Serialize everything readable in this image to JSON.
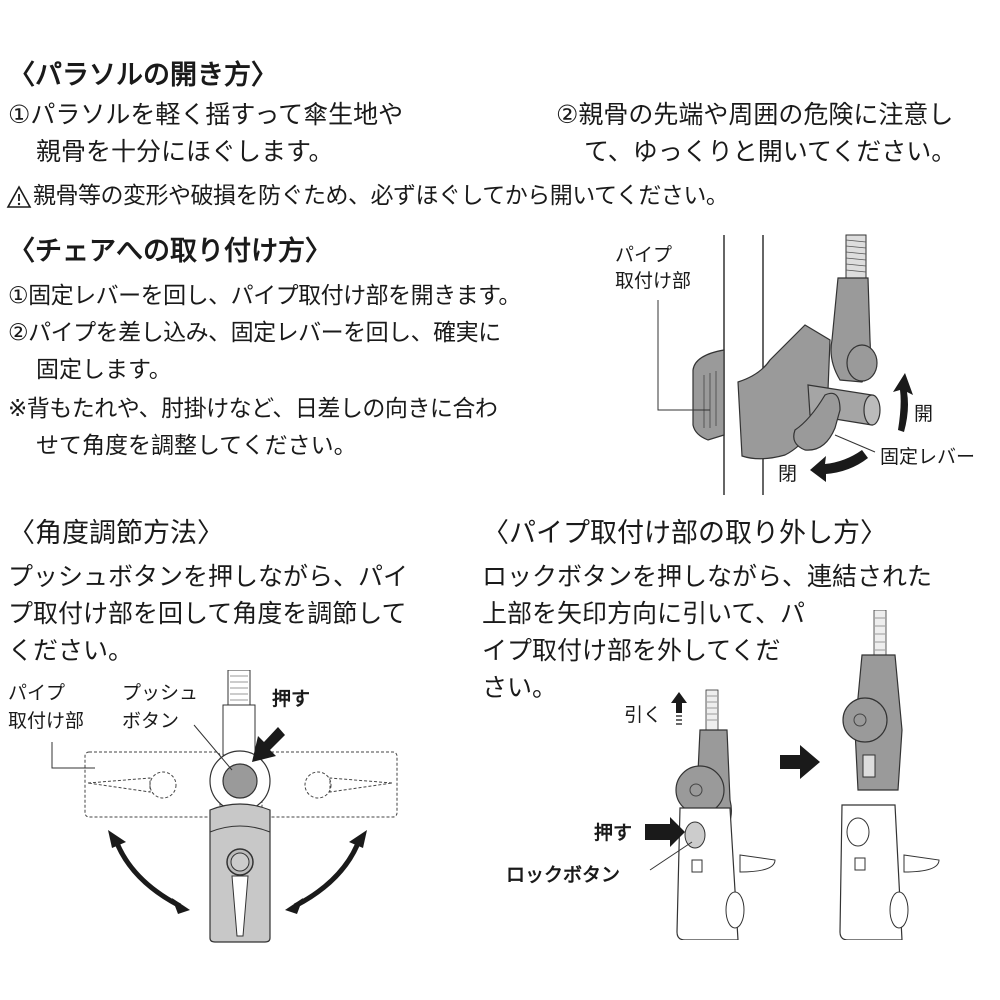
{
  "opening": {
    "heading": "〈パラソルの開き方〉",
    "step1_line1": "①パラソルを軽く揺すって傘生地や",
    "step1_line2": "親骨を十分にほぐします。",
    "step2_line1": "②親骨の先端や周囲の危険に注意し",
    "step2_line2": "て、ゆっくりと開いてください。",
    "warning_icon": "warning-triangle-icon",
    "warning": "親骨等の変形や破損を防ぐため、必ずほぐしてから開いてください。"
  },
  "chair_mount": {
    "heading": "〈チェアへの取り付け方〉",
    "step1": "①固定レバーを回し、パイプ取付け部を開きます。",
    "step2_line1": "②パイプを差し込み、固定レバーを回し、確実に",
    "step2_line2": "固定します。",
    "note_line1": "※背もたれや、肘掛けなど、日差しの向きに合わ",
    "note_line2": "せて角度を調整してください。",
    "figure": {
      "label_pipe_1": "パイプ",
      "label_pipe_2": "取付け部",
      "label_open": "開",
      "label_close": "閉",
      "label_lever": "固定レバー"
    }
  },
  "angle_adjust": {
    "heading": "〈角度調節方法〉",
    "line1": "プッシュボタンを押しながら、パイ",
    "line2": "プ取付け部を回して角度を調節して",
    "line3": "ください。",
    "figure": {
      "label_pipe_1": "パイプ",
      "label_pipe_2": "取付け部",
      "label_push_1": "プッシュ",
      "label_push_2": "ボタン",
      "label_press": "押す"
    }
  },
  "removal": {
    "heading": "〈パイプ取付け部の取り外し方〉",
    "line1": "ロックボタンを押しながら、連結された",
    "line2": "上部を矢印方向に引いて、パ",
    "line3": "イプ取付け部を外してくだ",
    "line4": "さい。",
    "figure": {
      "label_pull": "引く",
      "label_press": "押す",
      "label_lock": "ロックボタン"
    }
  }
}
